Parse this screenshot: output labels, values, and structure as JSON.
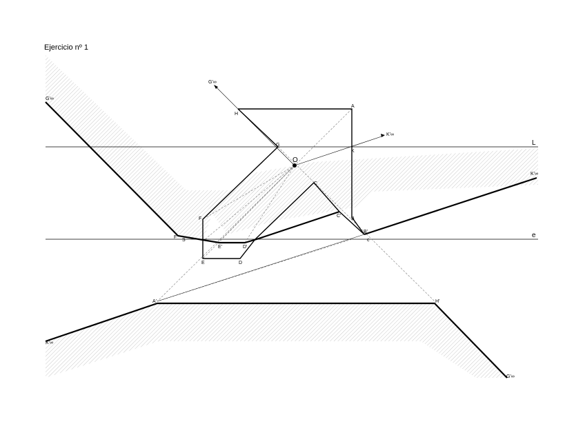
{
  "title": "Ejercicio nº 1",
  "colors": {
    "ink": "#000000",
    "hatch": "#c8c8c8",
    "construction": "#7a7a7a"
  },
  "labels": {
    "L": "L",
    "e": "e",
    "O": "O",
    "A": "A",
    "B": "B",
    "C": "C",
    "D": "D",
    "E": "E",
    "F": "F",
    "G": "G",
    "H": "H",
    "K": "K",
    "A1": "A'",
    "B1": "B'",
    "C1": "C'",
    "D1": "D'",
    "E1": "E'",
    "F1": "F'",
    "H1": "H'",
    "S": "S",
    "Ginf": "G'∞",
    "Gtop": "G'∞",
    "Gbot": "G'∞",
    "Kinf": "K'∞",
    "Kright": "K'∞",
    "Kleft": "K'∞",
    "c": "c"
  }
}
